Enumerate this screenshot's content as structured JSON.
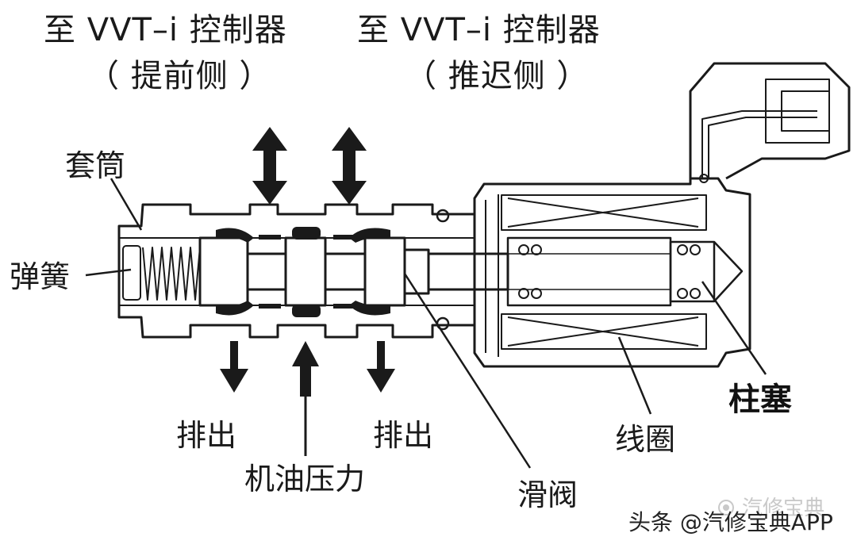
{
  "labels": {
    "advance_line1": "至 VVT–i 控制器",
    "advance_line2": "（ 提前侧 ）",
    "retard_line1": "至 VVT–i 控制器",
    "retard_line2": "（ 推迟侧 ）",
    "sleeve": "套筒",
    "spring": "弹簧",
    "drain_left": "排出",
    "drain_right": "排出",
    "oil_pressure": "机油压力",
    "spool_valve": "滑阀",
    "coil": "线圈",
    "plunger": "柱塞"
  },
  "watermark": {
    "faint_text": "汽修宝典",
    "main_text": "头条 @汽修宝典APP"
  },
  "colors": {
    "line": "#1a1a1a",
    "background": "#ffffff",
    "watermark_faint": "#c9c9c9",
    "watermark_main": "#222222"
  }
}
